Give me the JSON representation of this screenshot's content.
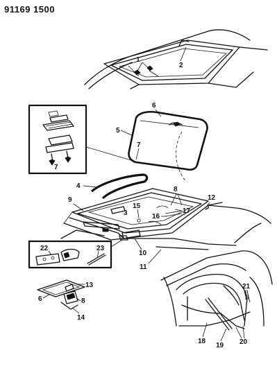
{
  "header": {
    "doc_id": "91169 1500"
  },
  "callouts": {
    "c1": "1",
    "c2": "2",
    "c3": "3",
    "c4": "4",
    "c5": "5",
    "c6a": "6",
    "c6b": "6",
    "c7a": "7",
    "c7b": "7",
    "c8a": "8",
    "c8b": "8",
    "c9": "9",
    "c10": "10",
    "c11": "11",
    "c12": "12",
    "c13": "13",
    "c14": "14",
    "c15": "15",
    "c16": "16",
    "c17": "17",
    "c18": "18",
    "c19": "19",
    "c20": "20",
    "c21": "21",
    "c22": "22",
    "c23": "23"
  }
}
